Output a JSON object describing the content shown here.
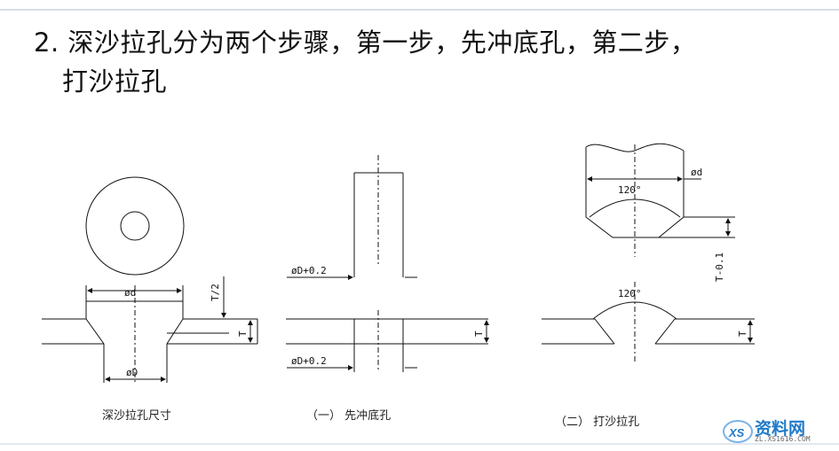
{
  "slide": {
    "title_line1": "2. 深沙拉孔分为两个步骤，第一步，先冲底孔，第二步，",
    "title_line2": "打沙拉孔"
  },
  "figure1": {
    "caption": "深沙拉孔尺寸",
    "dim_d": "ød",
    "dim_D": "øD",
    "dim_half_T": "T/2",
    "dim_T": "T"
  },
  "figure2": {
    "caption": "（一）  先冲底孔",
    "dim_punch": "øD+0.2",
    "dim_hole": "øD+0.2",
    "dim_T": "T"
  },
  "figure3": {
    "caption": "（二）  打沙拉孔",
    "dim_d": "ød",
    "angle_top": "120°",
    "dim_T_minus": "T-0.1",
    "angle_bottom": "120°",
    "dim_T": "T"
  },
  "watermark": {
    "brand": "资料网",
    "url": "ZL.XS1616.COM",
    "mark": "XS"
  },
  "colors": {
    "line": "#111111",
    "brand": "#1f7ac8"
  }
}
